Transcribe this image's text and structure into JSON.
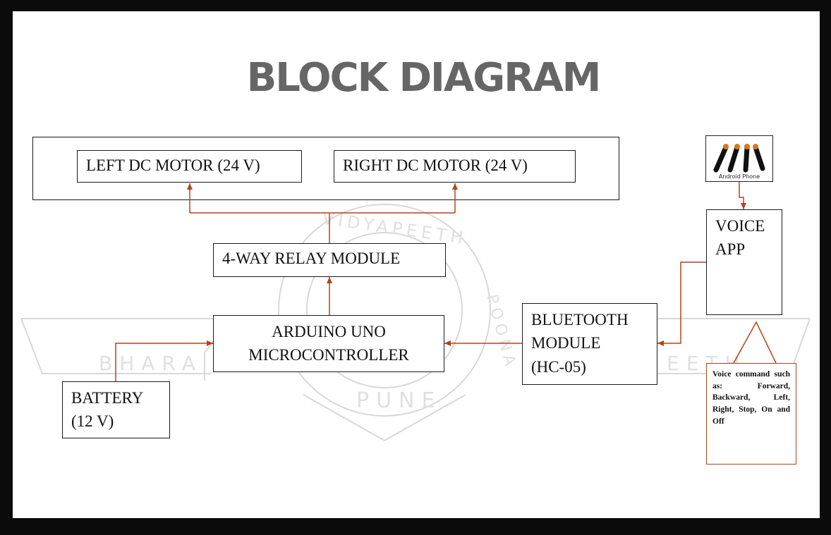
{
  "title": "BLOCK DIAGRAM",
  "watermark": {
    "left_word": "BHARA",
    "right_word": "EETH",
    "ring_text": "VIDYAPEETH",
    "ring_text_right": "POONA",
    "bottom_word": "PUNE"
  },
  "blocks": {
    "left_motor": "LEFT DC MOTOR (24 V)",
    "right_motor": "RIGHT DC MOTOR (24 V)",
    "relay": "4-WAY RELAY MODULE",
    "arduino_line1": "ARDUINO UNO",
    "arduino_line2": "MICROCONTROLLER",
    "battery_line1": "BATTERY",
    "battery_line2": "(12 V)",
    "bluetooth_line1": "BLUETOOTH",
    "bluetooth_line2": "MODULE",
    "bluetooth_line3": "(HC-05)",
    "voice_line1": "VOICE",
    "voice_line2": "APP"
  },
  "phone": {
    "label": "Android Phone"
  },
  "callout": "Voice command such as: Forward, Backward, Left, Right, Stop, On and Off",
  "colors": {
    "connector": "#b5421a",
    "title": "#666666",
    "frame": "#0b0b0b"
  }
}
